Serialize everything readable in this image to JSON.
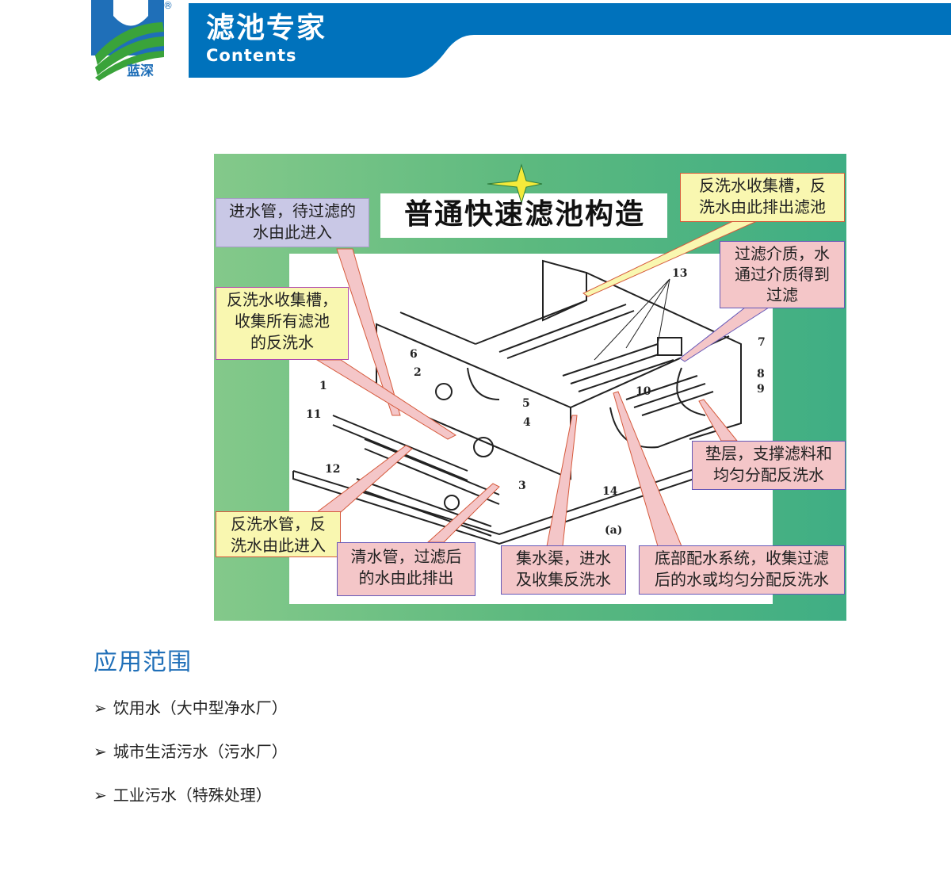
{
  "header": {
    "logo_text": "蓝深",
    "registered_mark": "®",
    "brand_title": "滤池专家",
    "brand_subtitle": "Contents",
    "colors": {
      "brand_blue": "#0072bc",
      "logo_green": "#3aa33a"
    }
  },
  "figure": {
    "title": "普通快速滤池构造",
    "callouts": [
      {
        "text": "进水管，待过滤的水由此进入",
        "lines": [
          "进水管，待过滤的",
          "水由此进入"
        ]
      },
      {
        "text": "反洗水收集槽，反洗水由此排出滤池",
        "lines": [
          "反洗水收集槽，反",
          "洗水由此排出滤池"
        ]
      },
      {
        "text": "过滤介质，水通过介质得到过滤",
        "lines": [
          "过滤介质，水",
          "通过介质得到",
          "过滤"
        ]
      },
      {
        "text": "反洗水收集槽，收集所有滤池的反洗水",
        "lines": [
          "反洗水收集槽，",
          "收集所有滤池",
          "的反洗水"
        ]
      },
      {
        "text": "垫层，支撑滤料和均匀分配反洗水",
        "lines": [
          "垫层，支撑滤料和",
          "均匀分配反洗水"
        ]
      },
      {
        "text": "反洗水管，反洗水由此进入",
        "lines": [
          "反洗水管，反",
          "洗水由此进入"
        ]
      },
      {
        "text": "清水管，过滤后的水由此排出",
        "lines": [
          "清水管，过滤后",
          "的水由此排出"
        ]
      },
      {
        "text": "集水渠，进水及收集反洗水",
        "lines": [
          "集水渠，进水",
          "及收集反洗水"
        ]
      },
      {
        "text": "底部配水系统，收集过滤后的水或均匀分配反洗水",
        "lines": [
          "底部配水系统，收集过滤",
          "后的水或均匀分配反洗水"
        ]
      }
    ],
    "part_numbers": [
      "1",
      "2",
      "3",
      "4",
      "5",
      "6",
      "7",
      "8",
      "9",
      "10",
      "11",
      "12",
      "13",
      "14",
      "(a)"
    ]
  },
  "application": {
    "title": "应用范围",
    "bullet": "➢",
    "items": [
      "饮用水（大中型净水厂）",
      "城市生活污水（污水厂）",
      "工业污水（特殊处理）"
    ]
  }
}
